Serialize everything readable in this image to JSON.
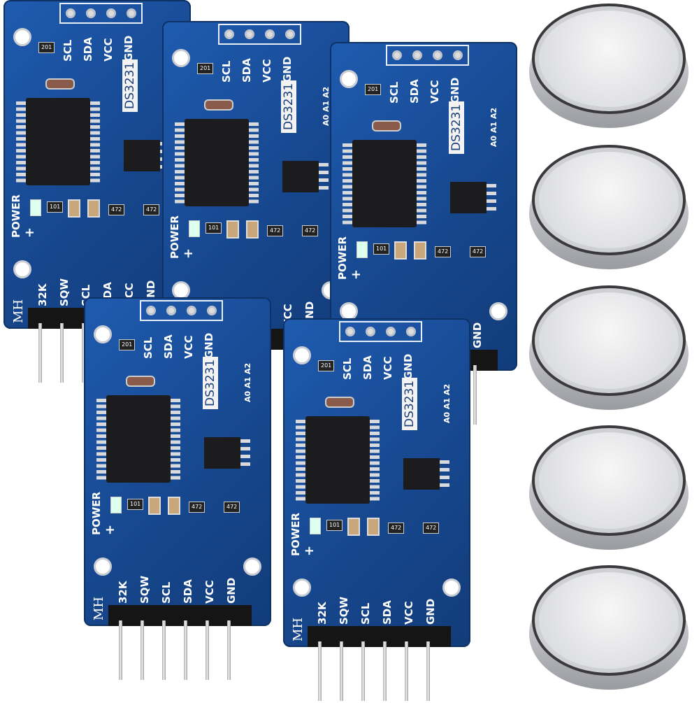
{
  "board": {
    "top_pins": [
      "SCL",
      "SDA",
      "VCC",
      "GND"
    ],
    "chip_label": "DS3231",
    "address_label": "A0 A1 A2",
    "power_label": "POWER",
    "power_sign": "+",
    "bottom_pins": [
      "32K",
      "SQW",
      "SCL",
      "SDA",
      "VCC",
      "GND"
    ],
    "brand": "MH",
    "resistor_codes": [
      "201",
      "101",
      "472",
      "472"
    ],
    "color": "#1a4f9c"
  },
  "board_count": 5,
  "coin_cell_count": 5
}
